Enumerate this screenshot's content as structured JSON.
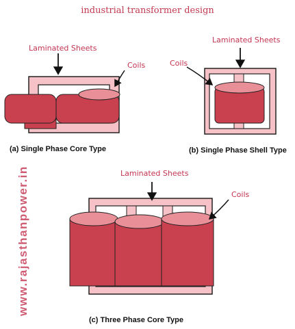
{
  "title": "industrial transformer design",
  "watermark": "www.rajasthanpower.in",
  "diagrams": [
    {
      "labels": [
        "Laminated Sheets",
        "Coils"
      ],
      "caption": "(a) Single Phase Core Type"
    },
    {
      "labels": [
        "Laminated Sheets",
        "Coils"
      ],
      "caption": "(b) Single Phase Shell Type"
    },
    {
      "labels": [
        "Laminated Sheets",
        "Coils"
      ],
      "caption": "(c) Three Phase Core Type"
    }
  ],
  "colors": {
    "coil": "#c9404f",
    "core_light": "#f6c2c7",
    "core_mid": "#e88f98",
    "outline": "#222222",
    "text_red": "#c43450"
  }
}
